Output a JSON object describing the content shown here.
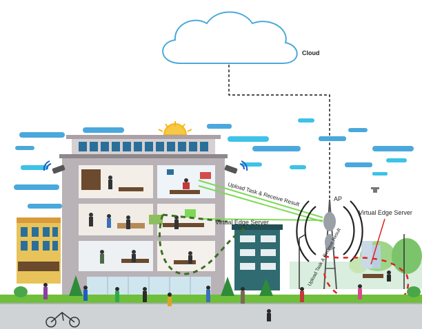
{
  "labels": {
    "cloud": "Cloud",
    "ap": "AP",
    "upload": "Upload Task & Receive Result",
    "upload_curved": "Upload Task & Receive Result",
    "ves_building": "Virtual Edge Server",
    "ves_right": "Virtual Edge Server"
  },
  "colors": {
    "sky_cloud": "#4aa8dc",
    "accent_cyan": "#3dc2e8",
    "building": "#b9b2b6",
    "window_blue": "#2a6f9a",
    "link_green": "#7ed957",
    "dash_green": "#3b6e22",
    "dash_red": "#e02020",
    "grass": "#6fbf3a",
    "road": "#cfd3d6",
    "sun": "#f7b518"
  },
  "icons": [
    "cloud-icon",
    "sun-icon",
    "wifi-camera-icon",
    "antenna-tower-icon",
    "drone-icon",
    "tree-icon",
    "person-icon"
  ]
}
